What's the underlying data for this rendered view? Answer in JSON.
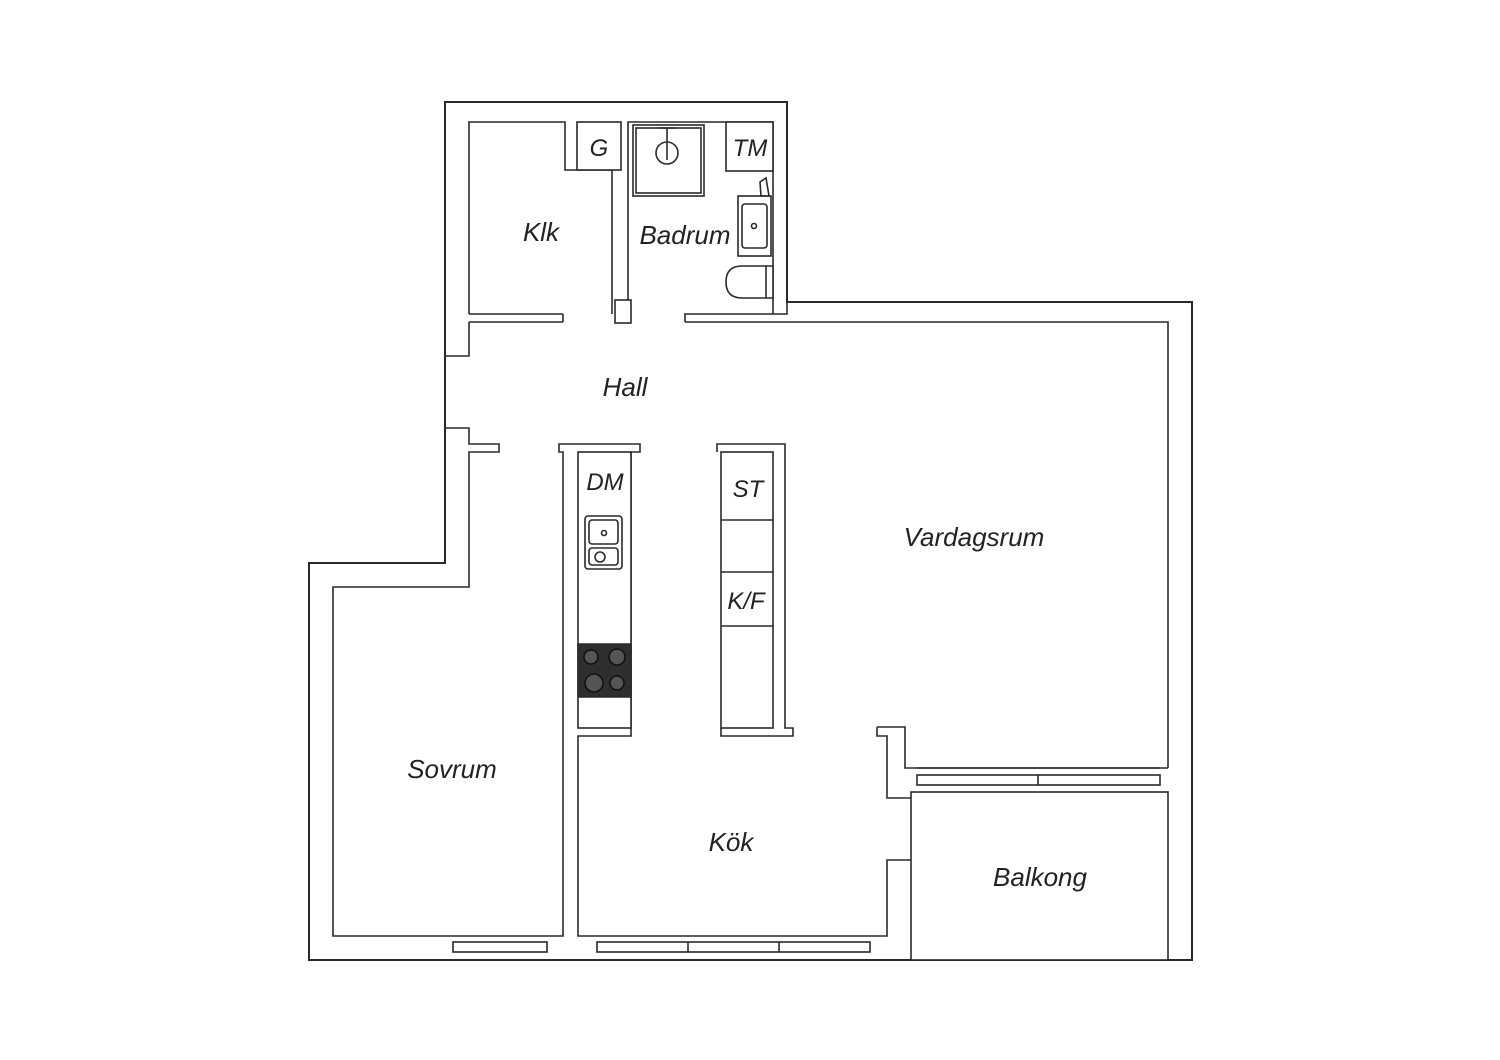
{
  "floorplan": {
    "rooms": {
      "klk": "Klk",
      "badrum": "Badrum",
      "hall": "Hall",
      "vardagsrum": "Vardagsrum",
      "sovrum": "Sovrum",
      "kok": "Kök",
      "balkong": "Balkong"
    },
    "fixtures": {
      "g": "G",
      "tm": "TM",
      "dm": "DM",
      "st": "ST",
      "kf": "K/F"
    }
  }
}
